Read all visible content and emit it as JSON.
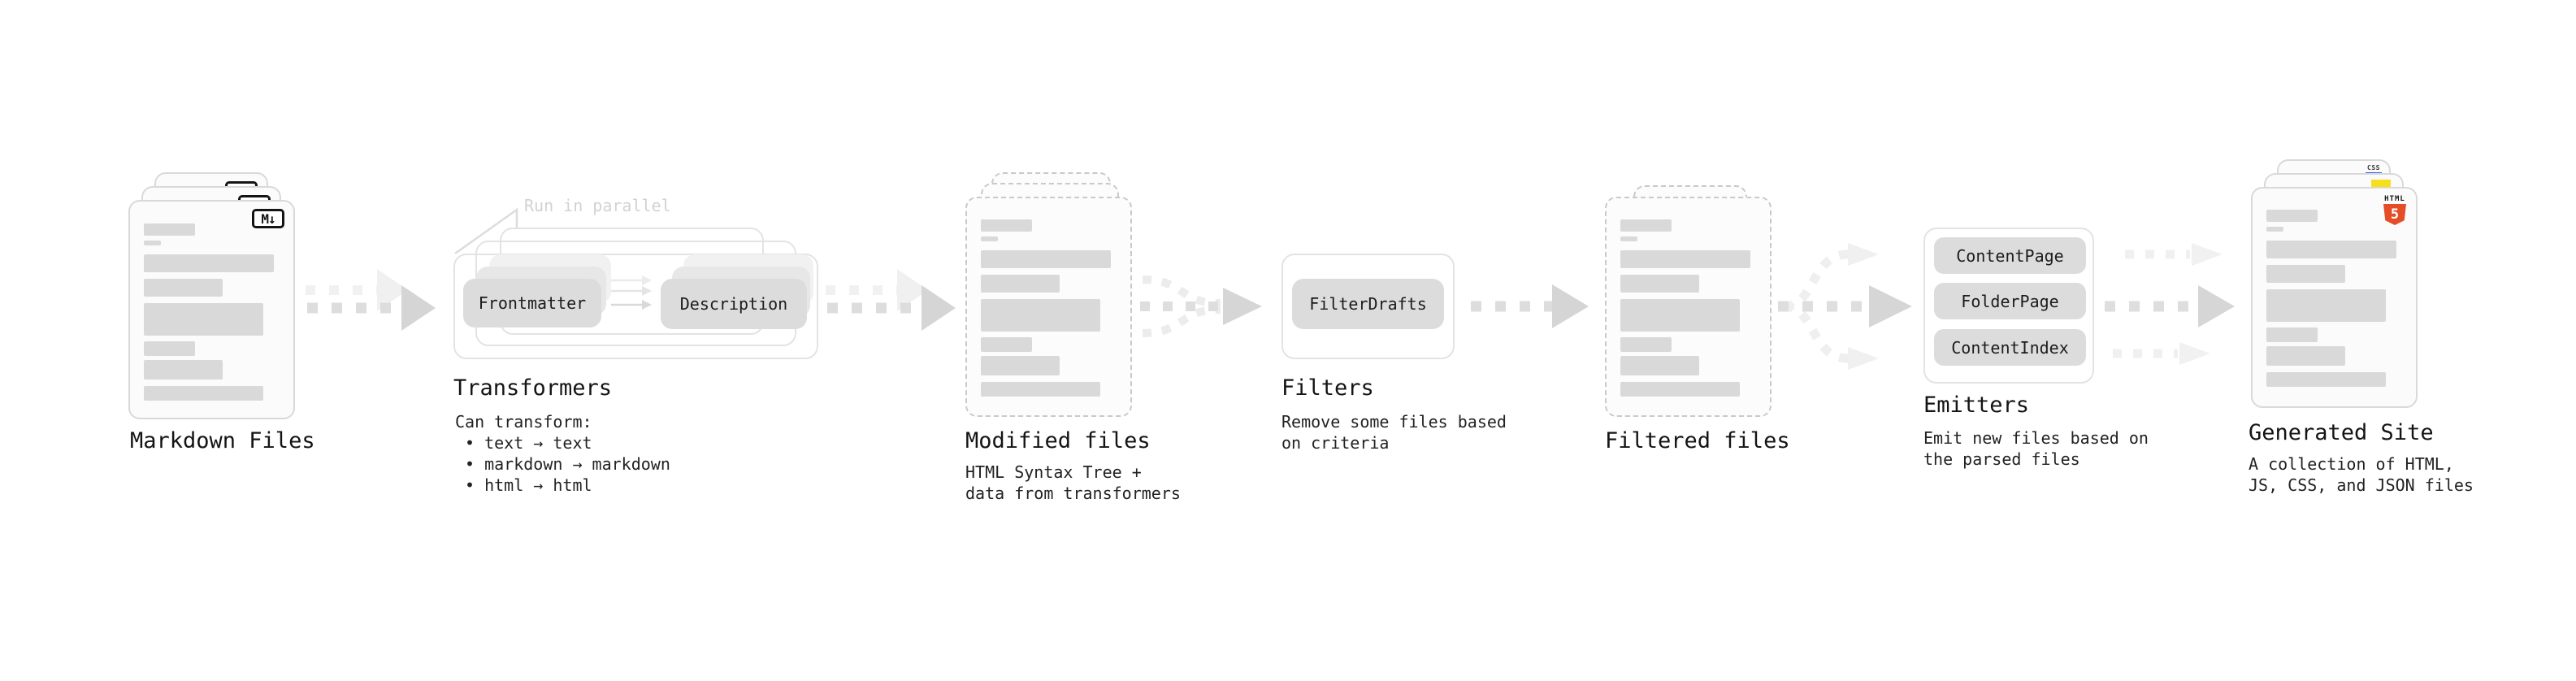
{
  "colors": {
    "background": "#ffffff",
    "card_fill": "#fbfbfb",
    "card_border": "#d9d9d9",
    "dashed_border": "#c9c9c9",
    "placeholder_bar": "#d9d9d9",
    "node_fill": "#dcdcdc",
    "frame_border": "#e3e3e3",
    "arrow": "#d5d5d5",
    "arrow_light": "#f0f0f0",
    "title_text": "#141414",
    "body_text": "#222222",
    "muted_text": "#d2d2d2",
    "markdown_badge": "#141414",
    "html5_orange": "#e44d26",
    "js_yellow": "#f7df1e",
    "css_blue": "#2965f1"
  },
  "pipeline": {
    "markdown_files": {
      "title": "Markdown Files",
      "badge_glyph": "M↓"
    },
    "transformers": {
      "title": "Transformers",
      "callout": "Run in parallel",
      "nodes": [
        "Frontmatter",
        "Description"
      ],
      "note_heading": "Can transform:",
      "bullets": [
        "• text → text",
        "• markdown → markdown",
        "• html → html"
      ]
    },
    "modified_files": {
      "title": "Modified files",
      "subtitle": [
        "HTML Syntax Tree +",
        "data from transformers"
      ]
    },
    "filters": {
      "title": "Filters",
      "nodes": [
        "FilterDrafts"
      ],
      "subtitle": [
        "Remove some files based",
        "on criteria"
      ]
    },
    "filtered_files": {
      "title": "Filtered files"
    },
    "emitters": {
      "title": "Emitters",
      "nodes": [
        "ContentPage",
        "FolderPage",
        "ContentIndex"
      ],
      "subtitle": [
        "Emit new files based on",
        "the parsed files"
      ]
    },
    "generated_site": {
      "title": "Generated Site",
      "subtitle": [
        "A collection of HTML,",
        "JS, CSS, and JSON files"
      ],
      "html5_badge_label": "HTML",
      "html5_badge_number": "5",
      "css_badge_label": "CSS"
    }
  }
}
